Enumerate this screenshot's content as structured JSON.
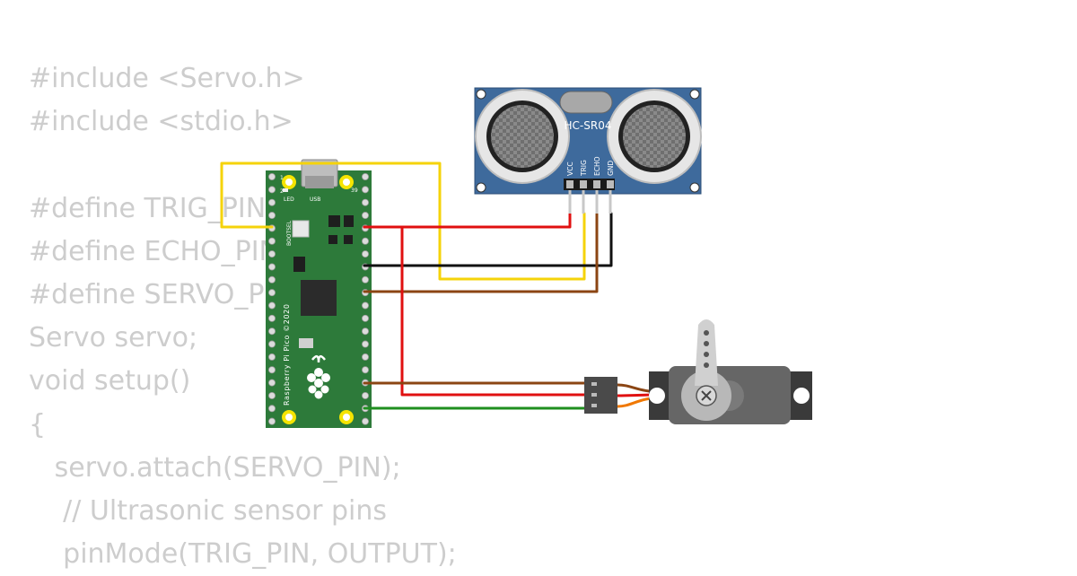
{
  "code": {
    "lines": [
      "#include <Servo.h>",
      "#include <stdio.h>",
      "",
      "#define TRIG_PIN",
      "#define ECHO_PIN",
      "#define SERVO_PIN",
      "Servo servo;",
      "void setup()",
      "{",
      "   servo.attach(SERVO_PIN);",
      "    // Ultrasonic sensor pins",
      "    pinMode(TRIG_PIN, OUTPUT);"
    ]
  },
  "pico": {
    "led_label": "LED",
    "usb_label": "USB",
    "bootsel_label": "BOOTSEL",
    "brand_label": "Raspberry Pi Pico ©2020",
    "pin1_label": "1",
    "pin2_label": "2",
    "pin39_label": "39"
  },
  "sensor": {
    "model": "HC-SR04",
    "pins": [
      "VCC",
      "TRIG",
      "ECHO",
      "GND"
    ]
  },
  "colors": {
    "pcb_green": "#2d7a3a",
    "sensor_blue": "#3e6a9c",
    "wire_red": "#e01010",
    "wire_yellow": "#f5d30a",
    "wire_black": "#111111",
    "wire_brown": "#8b4513",
    "wire_green": "#1f8f1f",
    "wire_orange": "#f07800",
    "servo_gray": "#666666"
  }
}
